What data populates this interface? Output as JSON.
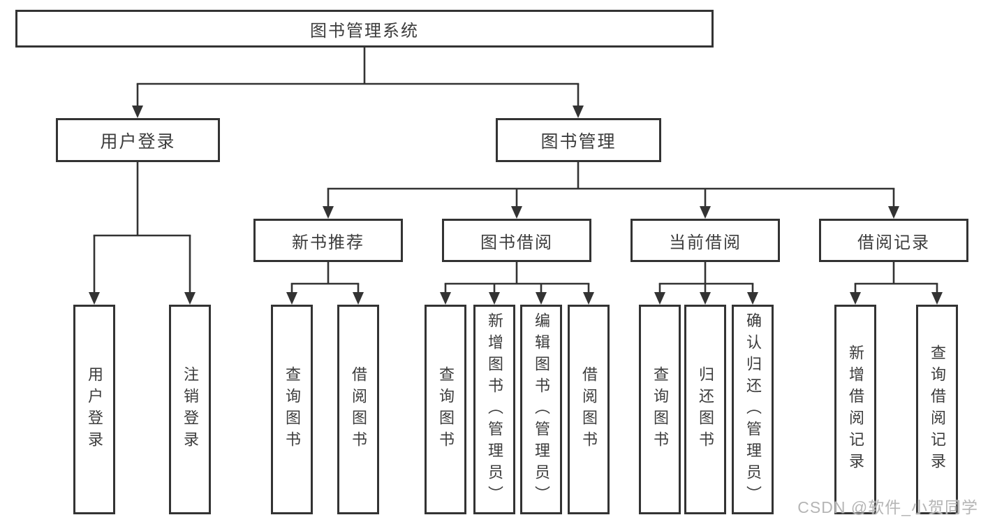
{
  "tree": {
    "label": "图书管理系统",
    "children": [
      {
        "label": "用户登录",
        "children": [
          {
            "label": "用户登录"
          },
          {
            "label": "注销登录"
          }
        ]
      },
      {
        "label": "图书管理",
        "children": [
          {
            "label": "新书推荐",
            "children": [
              {
                "label": "查询图书"
              },
              {
                "label": "借阅图书"
              }
            ]
          },
          {
            "label": "图书借阅",
            "children": [
              {
                "label": "查询图书"
              },
              {
                "label": "新增图书（管理员）"
              },
              {
                "label": "编辑图书（管理员）"
              },
              {
                "label": "借阅图书"
              }
            ]
          },
          {
            "label": "当前借阅",
            "children": [
              {
                "label": "查询图书"
              },
              {
                "label": "归还图书"
              },
              {
                "label": "确认归还（管理员）"
              }
            ]
          },
          {
            "label": "借阅记录",
            "children": [
              {
                "label": "新增借阅记录"
              },
              {
                "label": "查询借阅记录"
              }
            ]
          }
        ]
      }
    ]
  },
  "watermark": "CSDN @软件_小贺同学",
  "colors": {
    "line": "#333333",
    "text": "#3c3c3c",
    "watermark": "#b5b5b5",
    "background": "#ffffff"
  }
}
